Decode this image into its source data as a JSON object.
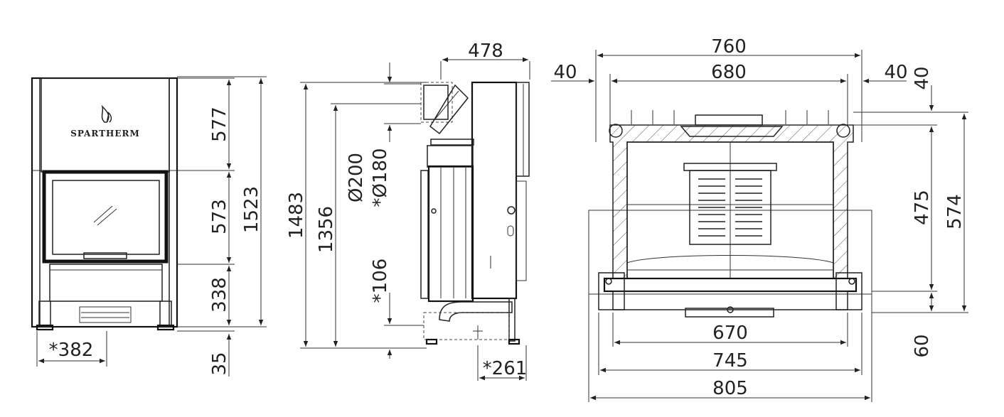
{
  "brand": "SPARTHERM",
  "front_view": {
    "dims": {
      "top": "577",
      "middle": "573",
      "lower": "338",
      "foot": "35",
      "total": "1523",
      "bottom_width": "*382"
    }
  },
  "side_view": {
    "dims": {
      "depth": "478",
      "total": "1483",
      "flue": "1356",
      "d200": "Ø200",
      "d180": "*Ø180",
      "d106": "*106",
      "d261": "*261"
    }
  },
  "top_view": {
    "dims": {
      "w760": "760",
      "w680": "680",
      "left40": "40",
      "right40": "40",
      "r40": "40",
      "h475": "475",
      "h574": "574",
      "w670": "670",
      "w745": "745",
      "w805": "805",
      "h60": "60"
    }
  },
  "colors": {
    "line": "#222222",
    "background": "#ffffff"
  }
}
